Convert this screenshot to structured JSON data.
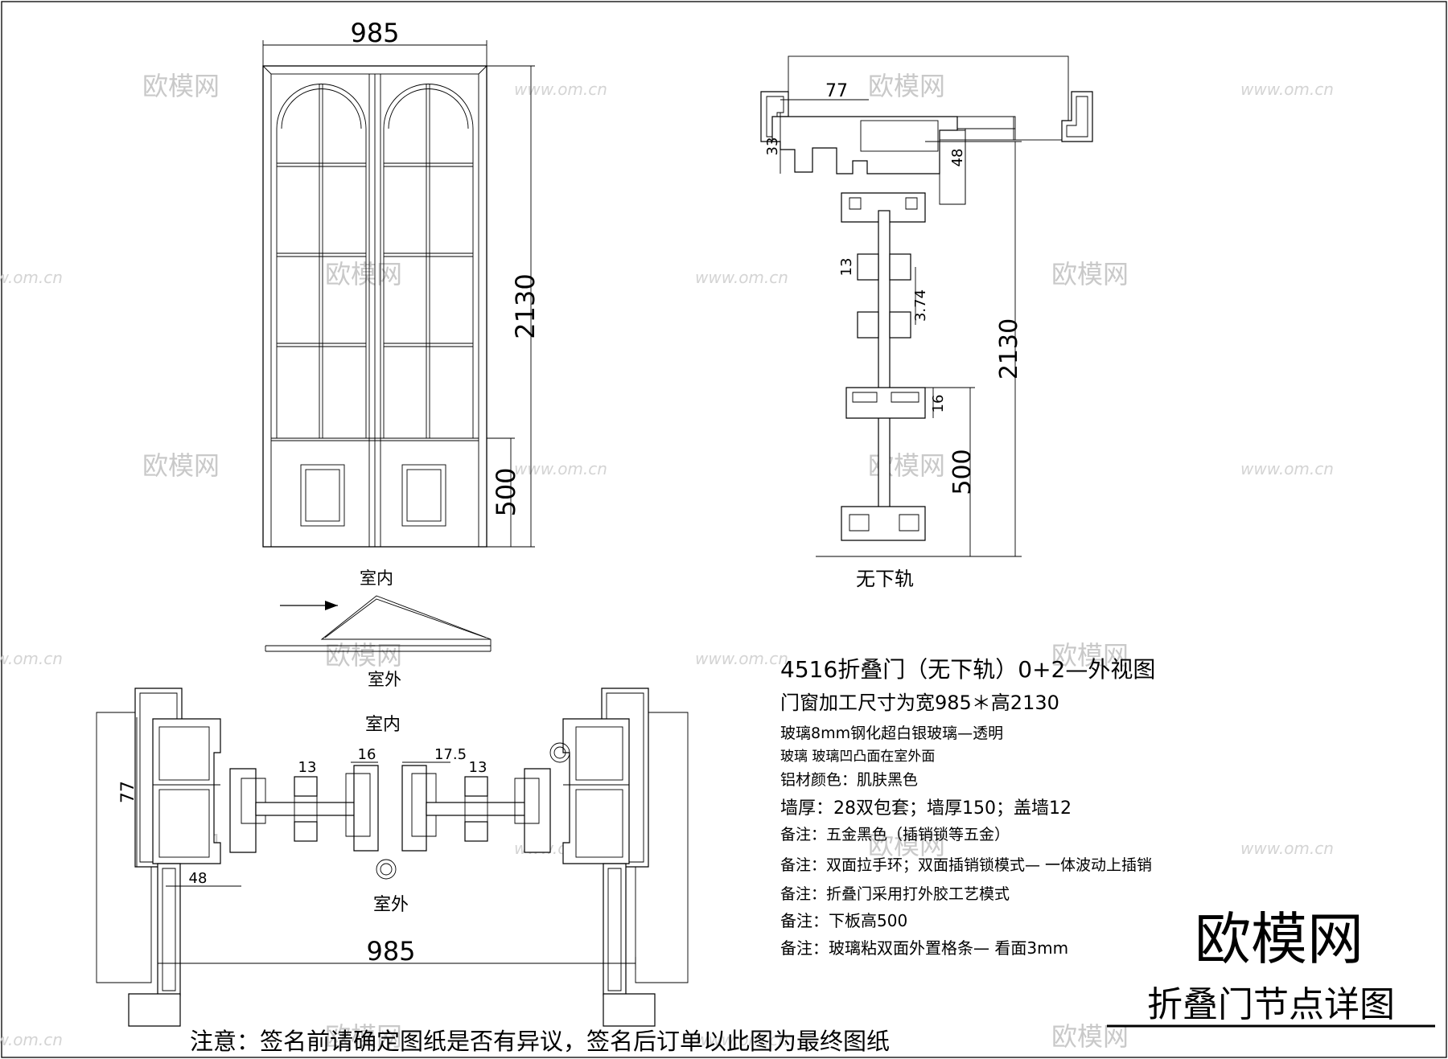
{
  "elevation": {
    "width_dim": "985",
    "height_dim": "2130",
    "panel_dim": "500"
  },
  "vertical_section": {
    "dim_77": "77",
    "dim_33": "33",
    "dim_48": "48",
    "dim_13": "13",
    "dim_374": "3.74",
    "dim_16": "16",
    "dim_2130": "2130",
    "dim_500": "500",
    "caption": "无下轨"
  },
  "fold_diagram": {
    "inside_label": "室内",
    "outside_label": "室外"
  },
  "plan_section": {
    "inside_label": "室内",
    "outside_label": "室外",
    "dim_77": "77",
    "dim_16": "16",
    "dim_175": "17.5",
    "dim_13a": "13",
    "dim_13b": "13",
    "dim_48": "48",
    "dim_985": "985"
  },
  "notes": [
    "4516折叠门（无下轨）0+2—外视图",
    "门窗加工尺寸为宽985＊高2130",
    "玻璃8mm钢化超白银玻璃—透明",
    "玻璃 玻璃凹凸面在室外面",
    "铝材颜色：肌肤黑色",
    "墙厚：28双包套；墙厚150；盖墙12",
    "备注：五金黑色（插销锁等五金）",
    "备注：双面拉手环；双面插销锁模式— 一体波动上插销",
    "备注：折叠门采用打外胶工艺模式",
    "备注：下板高500",
    "备注：玻璃粘双面外置格条— 看面3mm"
  ],
  "footer": "注意：签名前请确定图纸是否有异议，签名后订单以此图为最终图纸",
  "title_block": {
    "brand": "欧模网",
    "title": "折叠门节点详图"
  },
  "watermarks": {
    "brand": "欧模网",
    "url": "www.om.cn"
  }
}
